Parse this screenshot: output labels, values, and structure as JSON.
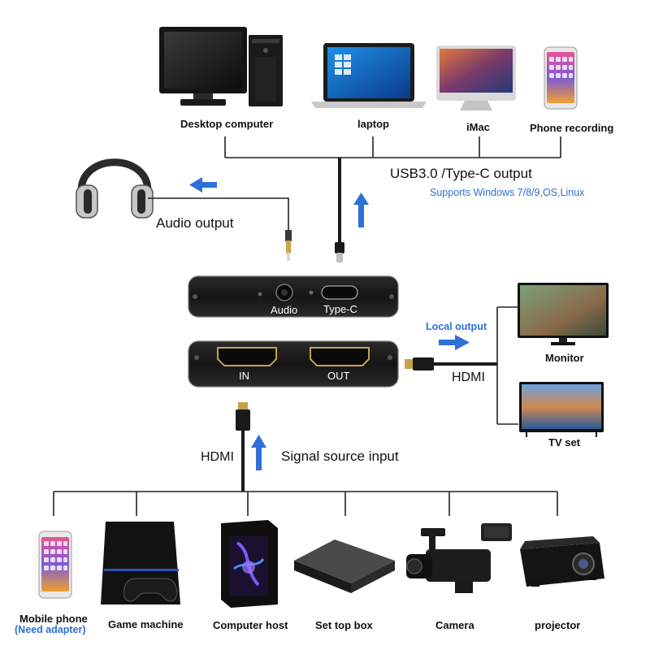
{
  "top_devices": {
    "desktop": "Desktop computer",
    "laptop": "laptop",
    "imac": "iMac",
    "phone": "Phone recording"
  },
  "usb_output": {
    "title": "USB3.0 /Type-C output",
    "subtitle": "Supports Windows 7/8/9,OS,Linux"
  },
  "audio_output": "Audio output",
  "capture_device": {
    "port_audio": "Audio",
    "port_typec": "Type-C",
    "port_in": "IN",
    "port_out": "OUT"
  },
  "local_output": {
    "label": "Local output",
    "hdmi": "HDMI",
    "monitor": "Monitor",
    "tv": "TV set"
  },
  "signal_input": {
    "hdmi": "HDMI",
    "label": "Signal source input"
  },
  "bottom_devices": {
    "mobile_phone": "Mobile phone",
    "mobile_note": "(Need adapter)",
    "game_machine": "Game machine",
    "computer_host": "Computer host",
    "set_top_box": "Set top box",
    "camera": "Camera",
    "projector": "projector"
  },
  "colors": {
    "arrow_blue": "#2f6fd6",
    "device_body": "#1b1b1b",
    "line": "#222222"
  }
}
